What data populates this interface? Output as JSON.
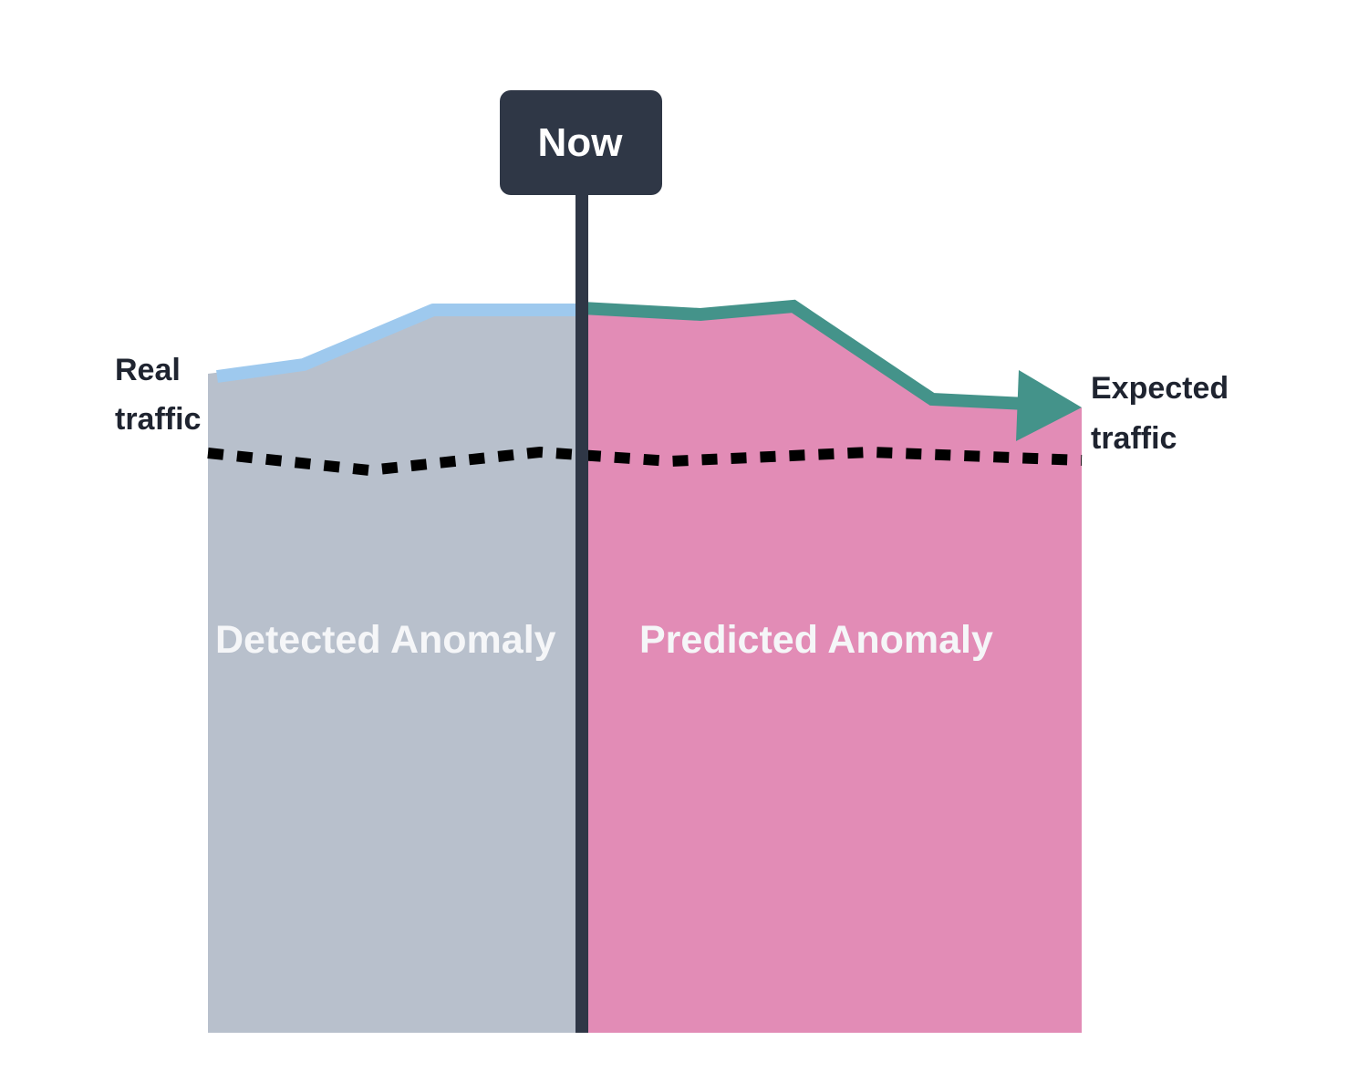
{
  "now_label": "Now",
  "left_label": {
    "line1": "Real",
    "line2": "traffic"
  },
  "right_label": {
    "line1": "Expected",
    "line2": "traffic"
  },
  "region_left": "Detected Anomaly",
  "region_right": "Predicted Anomaly",
  "colors": {
    "detected_fill": "#b8c0cc",
    "predicted_fill": "#e28cb6",
    "real_traffic_line": "#9ec9ee",
    "expected_traffic_line": "#44938a",
    "baseline_dots": "#000000",
    "now_marker": "#2f3746",
    "label_text": "#1f2430",
    "region_text": "#f5f6f8"
  }
}
